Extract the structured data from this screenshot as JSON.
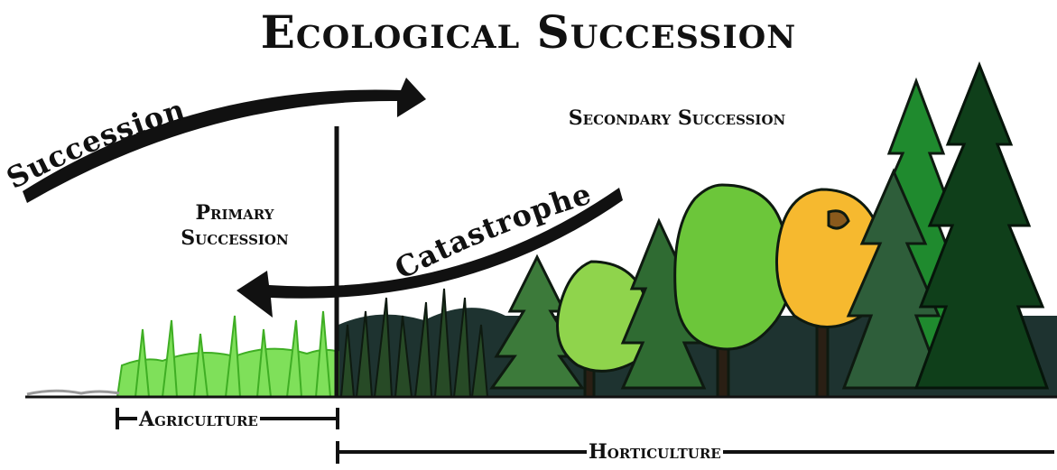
{
  "title": "Ecological Succession",
  "labels": {
    "succession": "Succession",
    "catastrophe": "Catastrophe",
    "primary_line1": "Primary",
    "primary_line2": "Succession",
    "secondary": "Secondary Succession"
  },
  "scale": {
    "agriculture": "Agriculture",
    "horticulture": "Horticulture"
  },
  "colors": {
    "text": "#111111",
    "grass": "#5fcf3e",
    "dark_shrub": "#1f3a1f",
    "light_tree": "#7ac943",
    "mid_tree": "#3d8a2e",
    "yellow_tree": "#f6b92f",
    "dark_conifer": "#0f3f1a",
    "ground": "#1e3330"
  }
}
